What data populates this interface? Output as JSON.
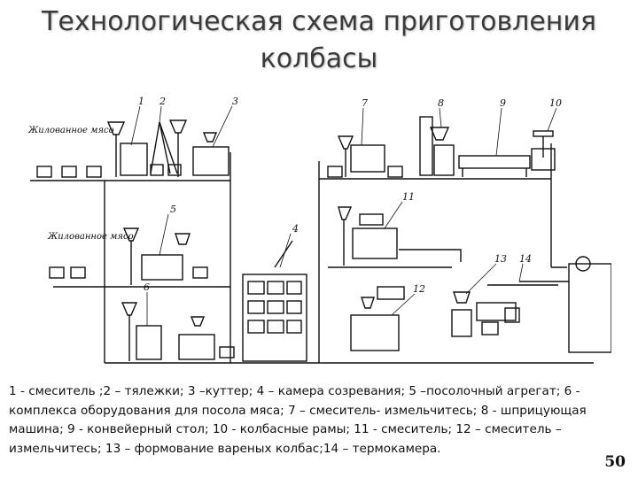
{
  "title": {
    "line1": "Технологическая схема приготовления",
    "line2": "колбасы"
  },
  "diagram": {
    "input_labels": {
      "raw_meat_1": "Жилованное мясо",
      "raw_meat_2": "Жилованное мясо"
    },
    "numbers": [
      "1",
      "2",
      "3",
      "4",
      "5",
      "6",
      "7",
      "8",
      "9",
      "10",
      "11",
      "12",
      "13",
      "14"
    ]
  },
  "caption": "1 - смеситель ;2 – тялежки; 3 –куттер; 4 – камера созревания; 5 –посолочный агрегат; 6 - комплекса оборудования для посола мяса; 7 – смеситель- измельчитесь;  8 - шприцующая  машина; 9 - конвейерный стол; 10 - колбасные рамы; 11 -  смеситель; 12 – смеситель – измельчитесь; 13 – формование вареных колбас;14 – термокамера.",
  "page_number": "50"
}
